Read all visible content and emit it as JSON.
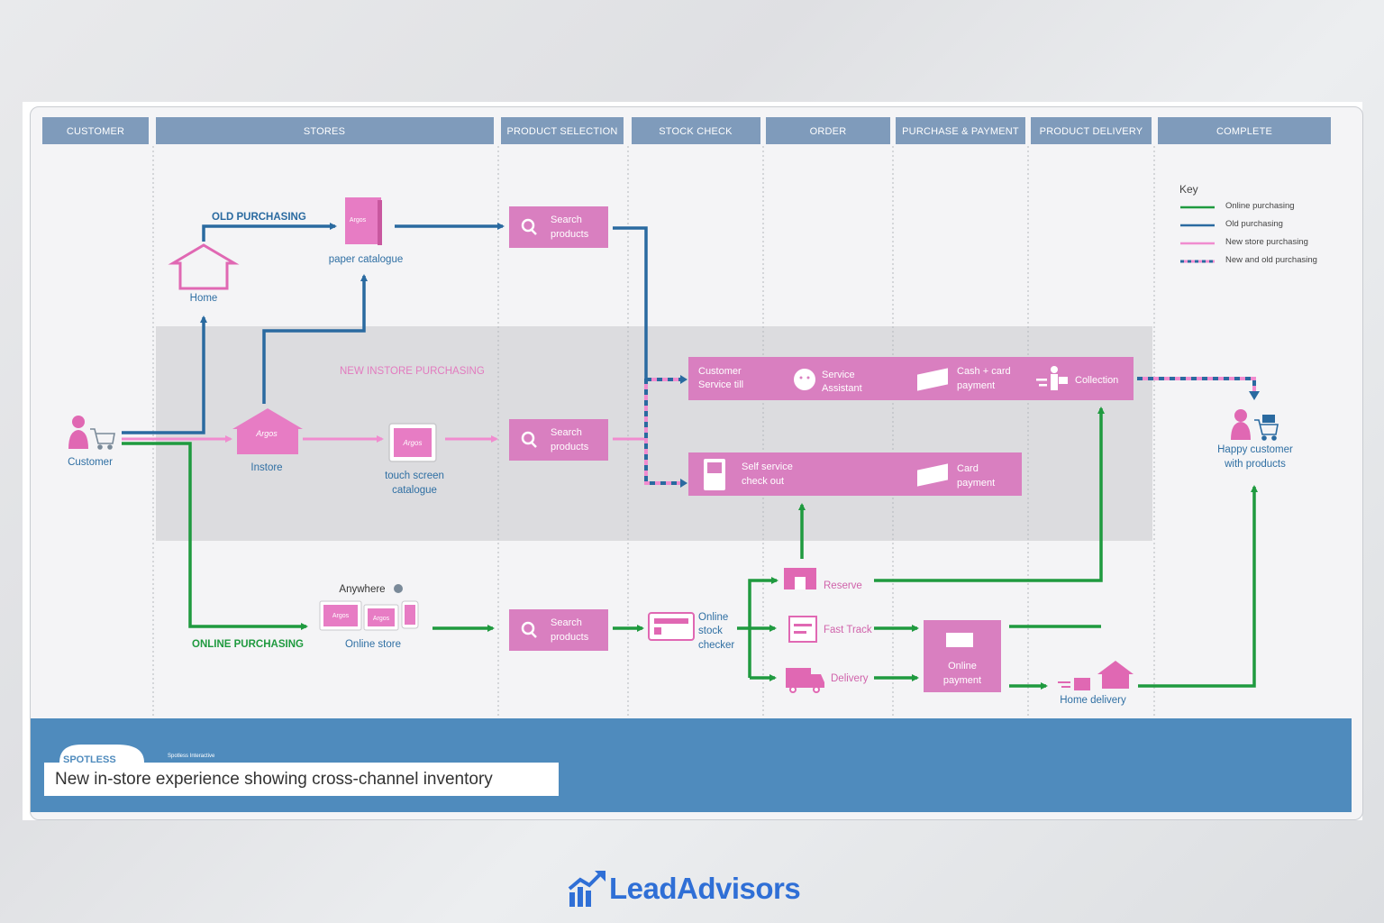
{
  "headers": [
    "CUSTOMER",
    "STORES",
    "PRODUCT SELECTION",
    "STOCK CHECK",
    "ORDER",
    "PURCHASE & PAYMENT",
    "PRODUCT DELIVERY",
    "COMPLETE"
  ],
  "labels": {
    "customer": "Customer",
    "home": "Home",
    "old_purchasing": "OLD PURCHASING",
    "paper_catalogue": "paper catalogue",
    "new_instore": "NEW INSTORE PURCHASING",
    "instore": "Instore",
    "touch_screen_1": "touch screen",
    "touch_screen_2": "catalogue",
    "anywhere": "Anywhere",
    "online_store": "Online store",
    "online_purchasing": "ONLINE PURCHASING",
    "search_1": "Search",
    "search_2": "products",
    "online_stock_1": "Online",
    "online_stock_2": "stock",
    "online_stock_3": "checker",
    "cst_1": "Customer",
    "cst_2": "Service till",
    "sa_1": "Service",
    "sa_2": "Assistant",
    "cash_1": "Cash + card",
    "cash_2": "payment",
    "collection": "Collection",
    "self_1": "Self service",
    "self_2": "check out",
    "card_1": "Card",
    "card_2": "payment",
    "reserve": "Reserve",
    "fast_track": "Fast Track",
    "delivery": "Delivery",
    "online_pay_1": "Online",
    "online_pay_2": "payment",
    "home_delivery": "Home delivery",
    "happy_1": "Happy customer",
    "happy_2": "with products",
    "argos": "Argos",
    "spotless": "SPOTLESS",
    "spotless_sub": "Spotless Interactive"
  },
  "key": {
    "title": "Key",
    "items": [
      {
        "label": "Online purchasing",
        "color": "#1f9a3f",
        "style": "solid"
      },
      {
        "label": "Old purchasing",
        "color": "#2a6aa0",
        "style": "solid"
      },
      {
        "label": "New store purchasing",
        "color": "#f08ccf",
        "style": "solid"
      },
      {
        "label": "New and old purchasing",
        "color": "#2a6aa0",
        "style": "dashed"
      }
    ]
  },
  "caption": "New in-store experience showing cross-channel inventory",
  "brand": "LeadAdvisors",
  "colors": {
    "header": "#7f9bbb",
    "pink": "#d97fc0",
    "green": "#1f9a3f",
    "blue": "#2a6aa0",
    "lightpink": "#f08ccf",
    "footer": "#4f8bbd"
  }
}
